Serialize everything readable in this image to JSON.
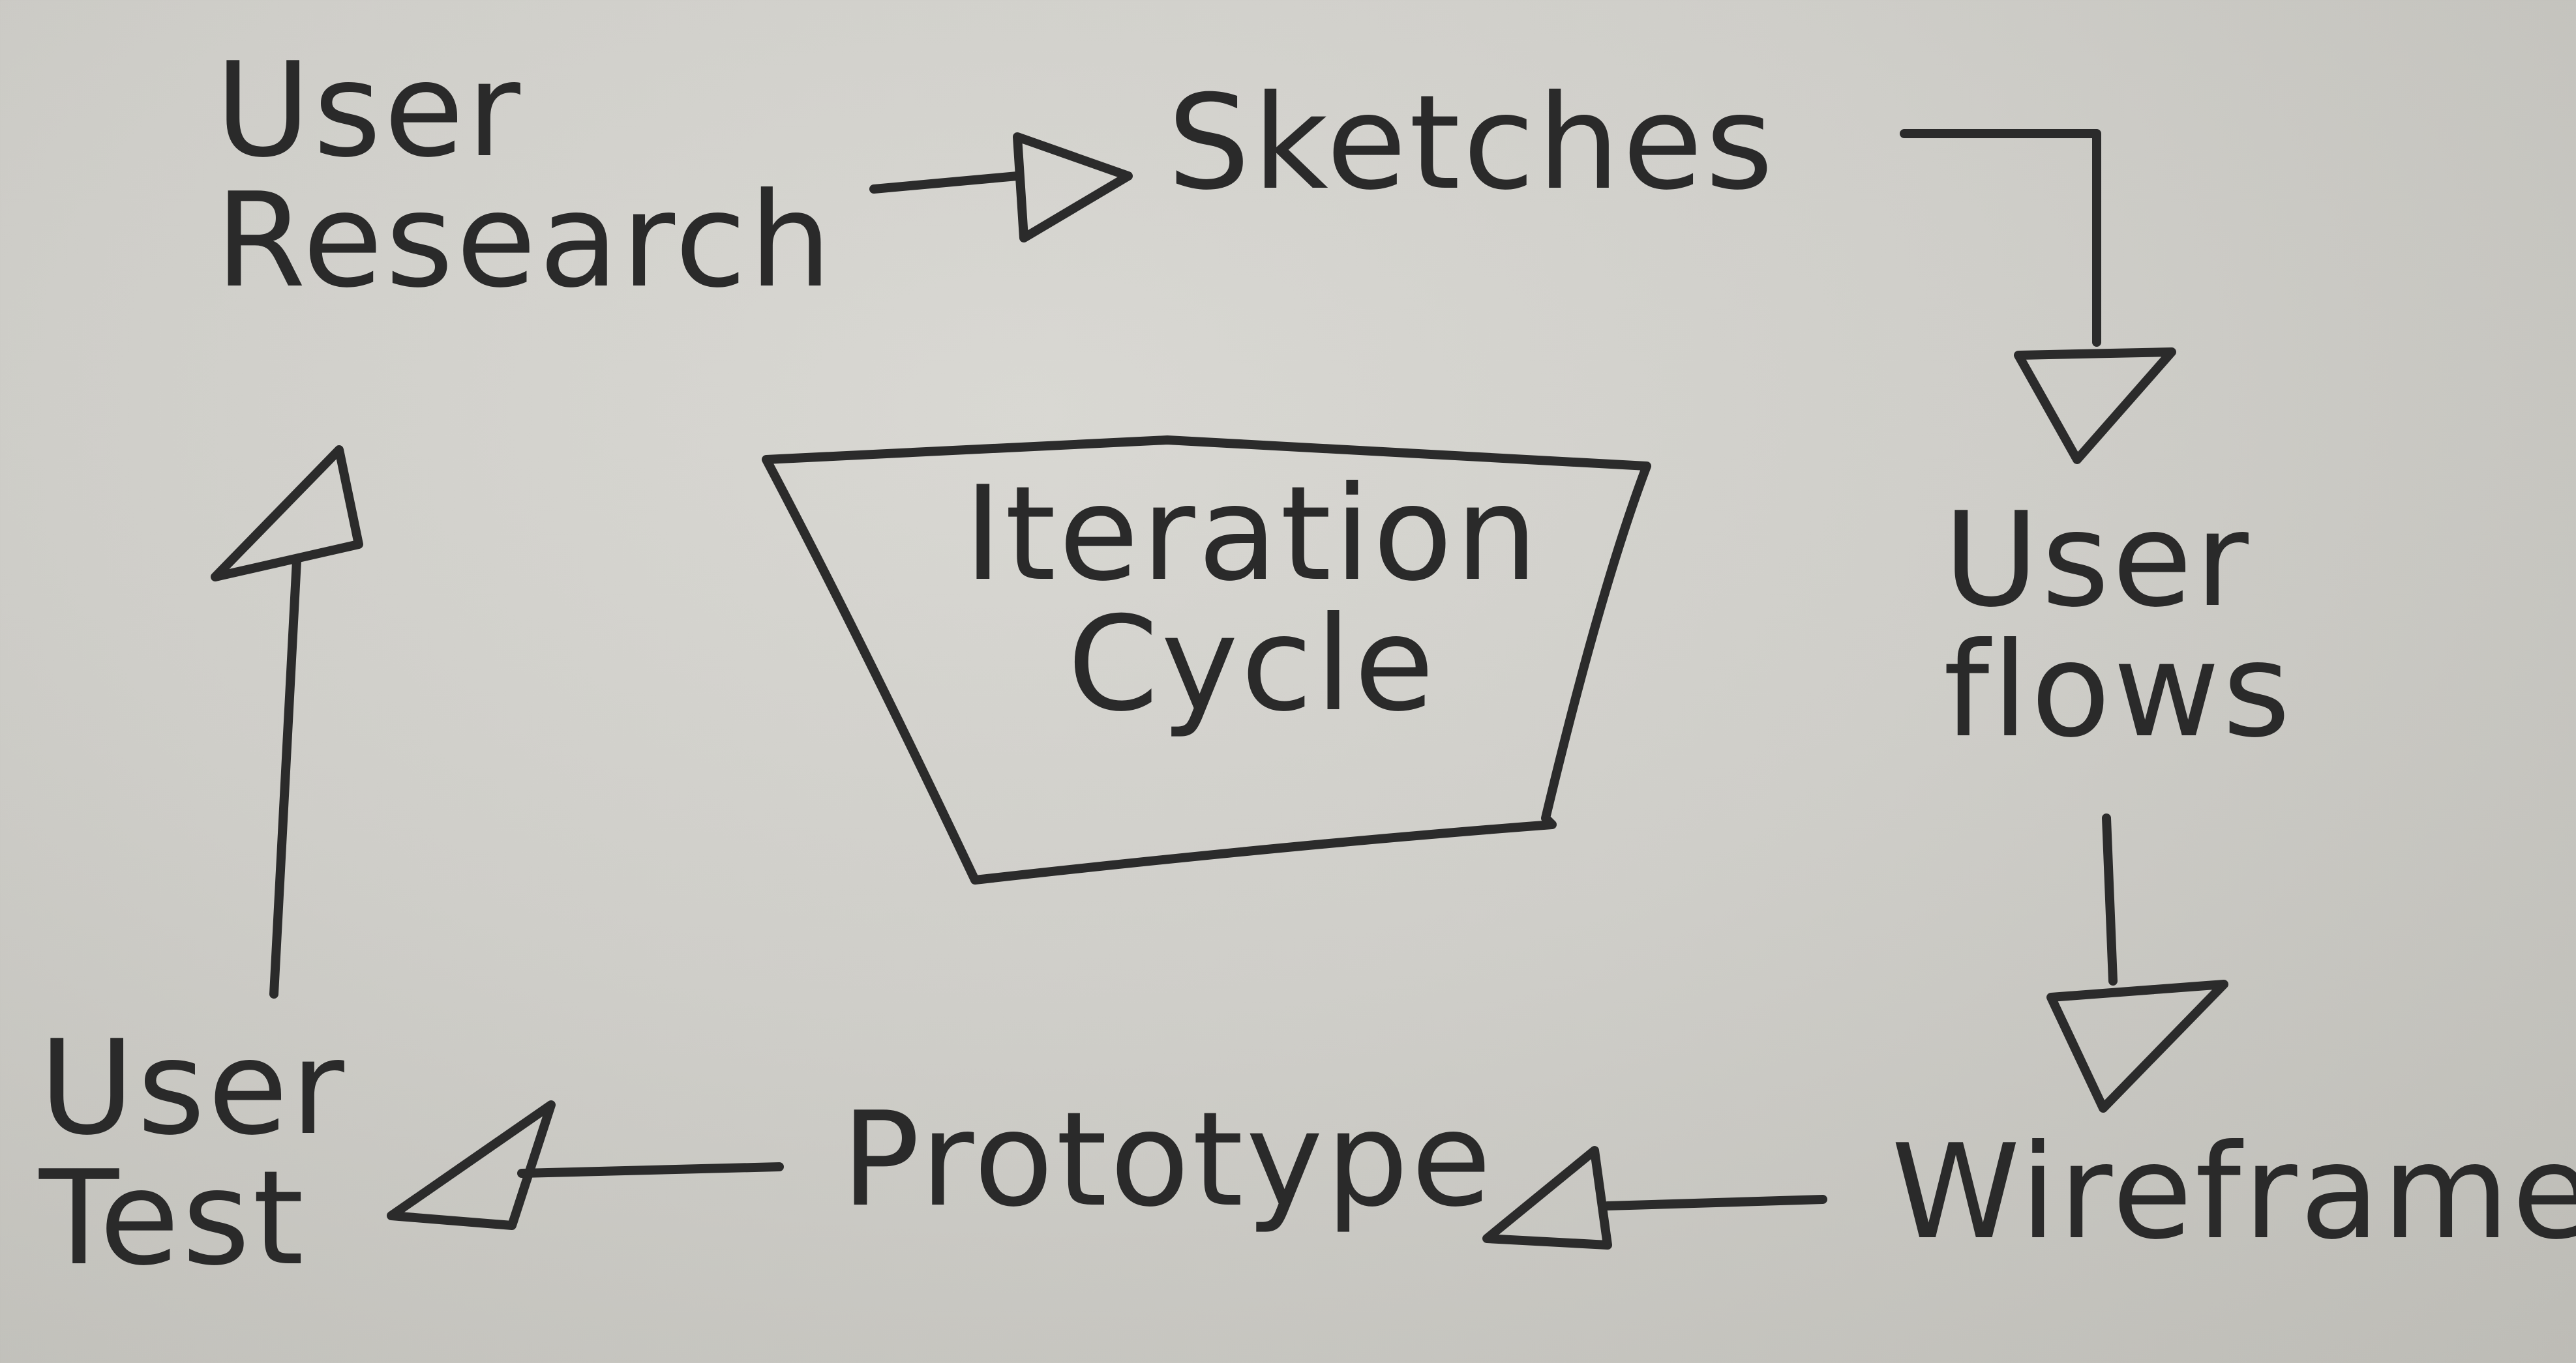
{
  "nodes": {
    "user_research": [
      "User",
      "Research"
    ],
    "sketches": [
      "Sketches"
    ],
    "user_flows": [
      "User",
      "flows"
    ],
    "wireframes": [
      "Wireframes"
    ],
    "prototype": [
      "Prototype"
    ],
    "user_test": [
      "User",
      "Test"
    ],
    "center": [
      "Iteration",
      "Cycle"
    ]
  }
}
